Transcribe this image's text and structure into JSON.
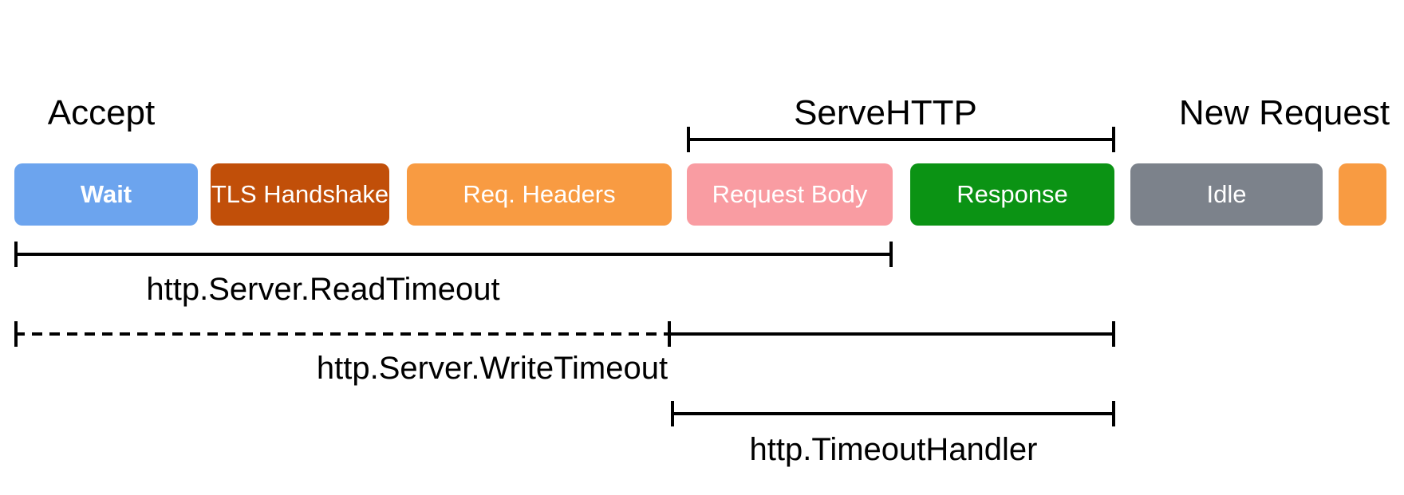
{
  "labels": {
    "accept": "Accept",
    "serve_http": "ServeHTTP",
    "new_request": "New Request"
  },
  "segments": [
    {
      "label": "Wait",
      "color": "#6CA4EE"
    },
    {
      "label": "TLS Handshake",
      "color": "#C14F09"
    },
    {
      "label": "Req. Headers",
      "color": "#F89B42"
    },
    {
      "label": "Request Body",
      "color": "#F99CA2"
    },
    {
      "label": "Response",
      "color": "#0B9314"
    },
    {
      "label": "Idle",
      "color": "#7C828B"
    },
    {
      "label": "",
      "color": "#F89B42"
    }
  ],
  "timeout_brackets": [
    {
      "label": "http.Server.ReadTimeout",
      "line_style": "solid"
    },
    {
      "label": "http.Server.WriteTimeout",
      "line_style": "dashed-then-solid"
    },
    {
      "label": "http.TimeoutHandler",
      "line_style": "solid"
    }
  ],
  "colors": {
    "background": "#FFFFFF",
    "line": "#000000",
    "text": "#000000",
    "segment_text": "#FFFFFF"
  }
}
